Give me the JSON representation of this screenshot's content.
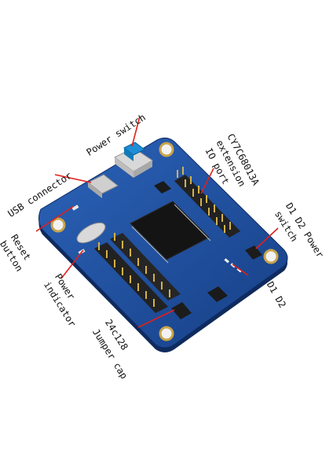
{
  "labels": {
    "power_switch": "Power switch",
    "usb_connector": "USB connector",
    "cy_line1": "CY7C68013A",
    "cy_line2": "extension",
    "cy_line3": "IO port",
    "d1d2_power_line1": "D1 D2 Power",
    "d1d2_power_line2": "switch",
    "reset_line1": "Reset",
    "reset_line2": "button",
    "power_ind_line1": "Power",
    "power_ind_line2": "indicator",
    "d1d2": "D1 D2",
    "eeprom_line1": "24c128",
    "eeprom_line2": "Jumper cap"
  },
  "colors": {
    "pcb": "#1f4f9e",
    "pcb_dark": "#163a78",
    "annotation_line": "#e0201a",
    "switch_button": "#1e8fd6"
  }
}
